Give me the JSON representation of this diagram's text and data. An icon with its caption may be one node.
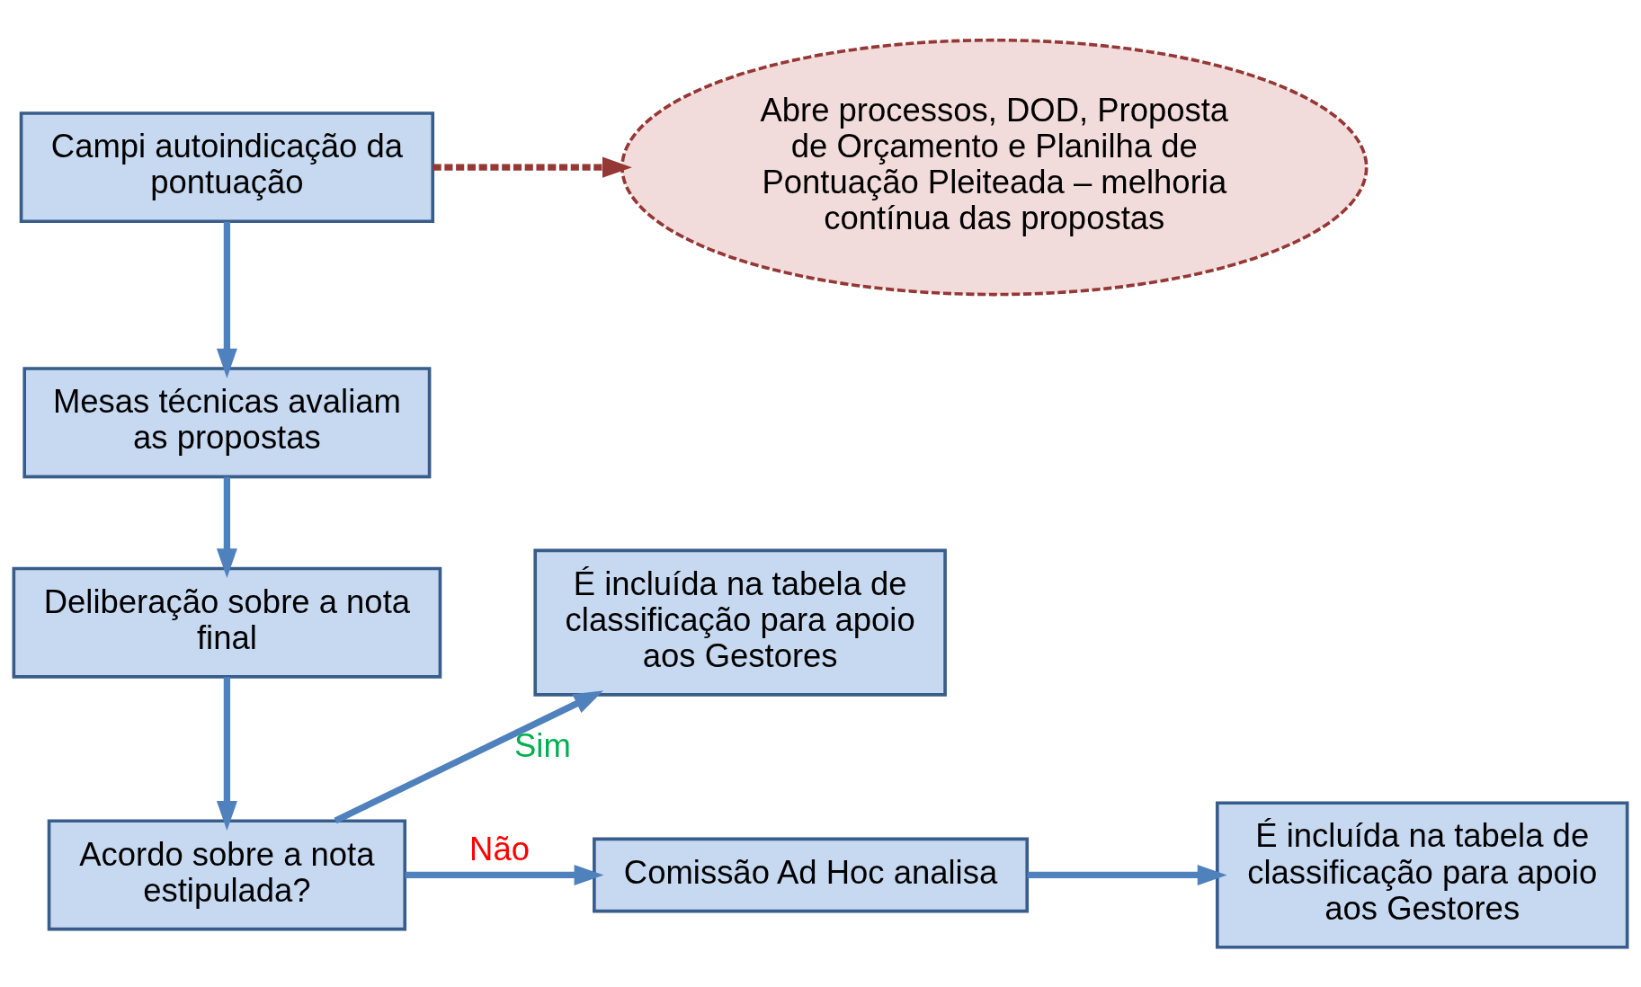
{
  "diagram": {
    "nodes": [
      {
        "text": [
          "Campi autoindicação da pontuação"
        ]
      },
      {
        "text": [
          "Abre processos, DOD, Proposta de Orçamento e Planilha de Pontuação Pleiteada – melhoria contínua das propostas"
        ]
      },
      {
        "text": [
          "Mesas técnicas avaliam as propostas"
        ]
      },
      {
        "text": [
          "Deliberação sobre a nota final"
        ]
      },
      {
        "text": [
          "Acordo sobre a nota estipulada?"
        ]
      },
      {
        "text": [
          "É incluída na tabela de classificação para apoio aos Gestores"
        ]
      },
      {
        "text": [
          "Comissão Ad Hoc analisa"
        ]
      },
      {
        "text": [
          "É incluída na tabela de classificação para apoio aos Gestores"
        ]
      }
    ],
    "edges": [
      {
        "from": 0,
        "to": 1,
        "arrow": "to",
        "style": "dashed",
        "color": "#953735"
      },
      {
        "from": 0,
        "to": 2,
        "arrow": "to"
      },
      {
        "from": 2,
        "to": 3,
        "arrow": "to"
      },
      {
        "from": 3,
        "to": 4,
        "arrow": "to"
      },
      {
        "from": 4,
        "to": 5,
        "arrow": "to",
        "label": "Sim"
      },
      {
        "from": 4,
        "to": 6,
        "arrow": "to",
        "label": "Não"
      },
      {
        "from": 6,
        "to": 7,
        "arrow": "to"
      }
    ]
  }
}
